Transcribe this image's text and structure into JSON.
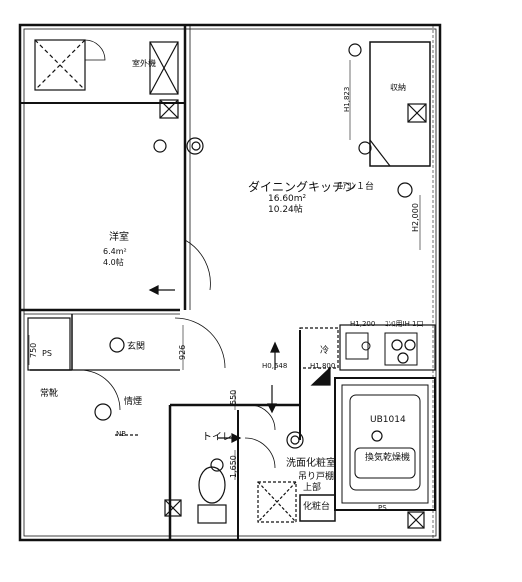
{
  "rooms": {
    "dining_kitchen": {
      "name": "ダイニングキッチン",
      "aircon": "ｴｱｺﾝ１台",
      "area": "16.60m²",
      "tatami": "10.24帖"
    },
    "western_room": {
      "name": "洋室",
      "area": "6.4m²",
      "tatami": "4.0帖"
    },
    "entrance": "玄関",
    "shoes": "常靴",
    "storage_small": "情煙",
    "toilet": "トイレ",
    "washroom": "洗面化粧室",
    "hanging_shelf": "吊り戸棚",
    "hanging_shelf_upper": "上部",
    "vanity": "化粧台",
    "outdoor_unit": "室外機",
    "closet": "収納",
    "fridge": "冷",
    "bath_unit": "UB1014",
    "ventilation": "換気乾燥機",
    "ps": "PS",
    "ps2": "PS",
    "nb": "NB"
  },
  "dimensions": {
    "d1823": "H1,823",
    "d2000": "H2,000",
    "d1200": "H1,200",
    "d1800": "H1,800",
    "d648": "H0,648",
    "d926": "926",
    "d750": "750",
    "d550": "550",
    "d1650": "1,650",
    "range_note": "ｺﾝﾛ用IH 1口"
  }
}
